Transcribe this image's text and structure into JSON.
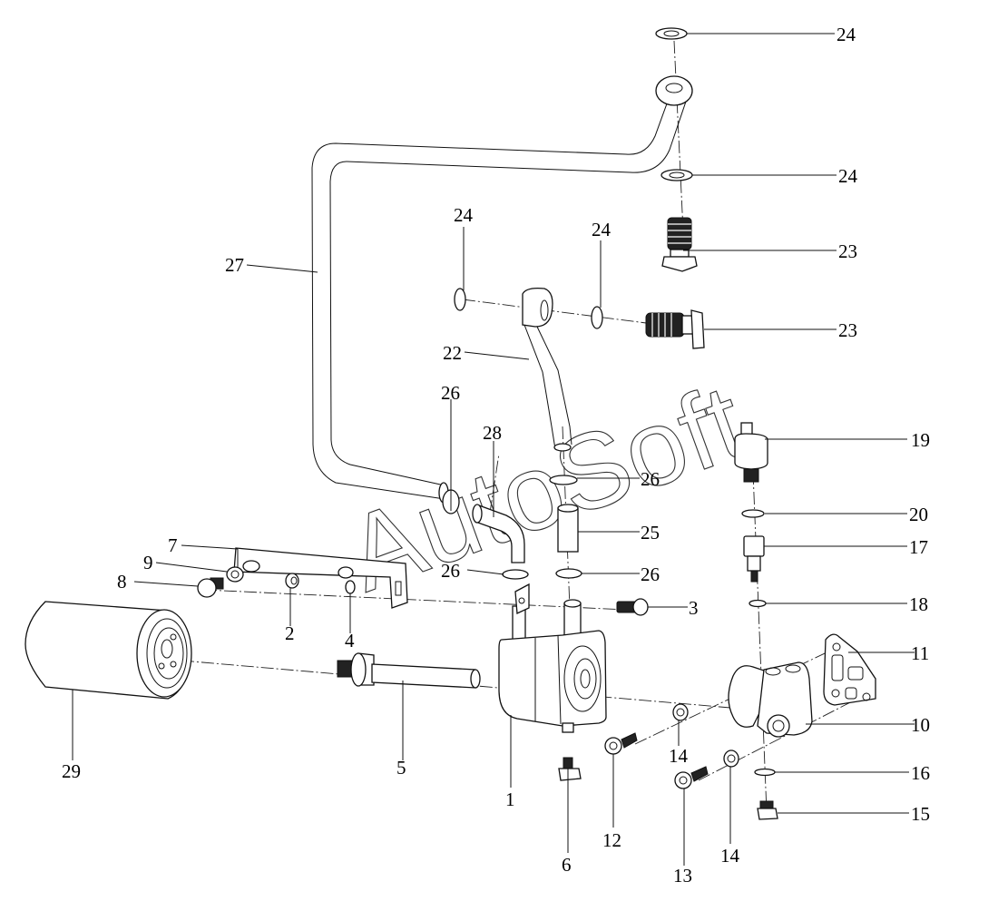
{
  "diagram": {
    "title": "Oil cooler / oil filter assembly exploded view",
    "watermark": "AutoSoft",
    "callouts": [
      {
        "id": "c24a",
        "label": "24"
      },
      {
        "id": "c24b",
        "label": "24"
      },
      {
        "id": "c23a",
        "label": "23"
      },
      {
        "id": "c24c",
        "label": "24"
      },
      {
        "id": "c24d",
        "label": "24"
      },
      {
        "id": "c23b",
        "label": "23"
      },
      {
        "id": "c27",
        "label": "27"
      },
      {
        "id": "c22",
        "label": "22"
      },
      {
        "id": "c26a",
        "label": "26"
      },
      {
        "id": "c28",
        "label": "28"
      },
      {
        "id": "c26b",
        "label": "26"
      },
      {
        "id": "c25",
        "label": "25"
      },
      {
        "id": "c26c",
        "label": "26"
      },
      {
        "id": "c26d",
        "label": "26"
      },
      {
        "id": "c19",
        "label": "19"
      },
      {
        "id": "c20",
        "label": "20"
      },
      {
        "id": "c17",
        "label": "17"
      },
      {
        "id": "c18",
        "label": "18"
      },
      {
        "id": "c7",
        "label": "7"
      },
      {
        "id": "c9",
        "label": "9"
      },
      {
        "id": "c8",
        "label": "8"
      },
      {
        "id": "c2",
        "label": "2"
      },
      {
        "id": "c4",
        "label": "4"
      },
      {
        "id": "c3",
        "label": "3"
      },
      {
        "id": "c11",
        "label": "11"
      },
      {
        "id": "c10",
        "label": "10"
      },
      {
        "id": "c29",
        "label": "29"
      },
      {
        "id": "c5",
        "label": "5"
      },
      {
        "id": "c1",
        "label": "1"
      },
      {
        "id": "c6",
        "label": "6"
      },
      {
        "id": "c12",
        "label": "12"
      },
      {
        "id": "c14a",
        "label": "14"
      },
      {
        "id": "c13",
        "label": "13"
      },
      {
        "id": "c14b",
        "label": "14"
      },
      {
        "id": "c16",
        "label": "16"
      },
      {
        "id": "c15",
        "label": "15"
      }
    ]
  }
}
